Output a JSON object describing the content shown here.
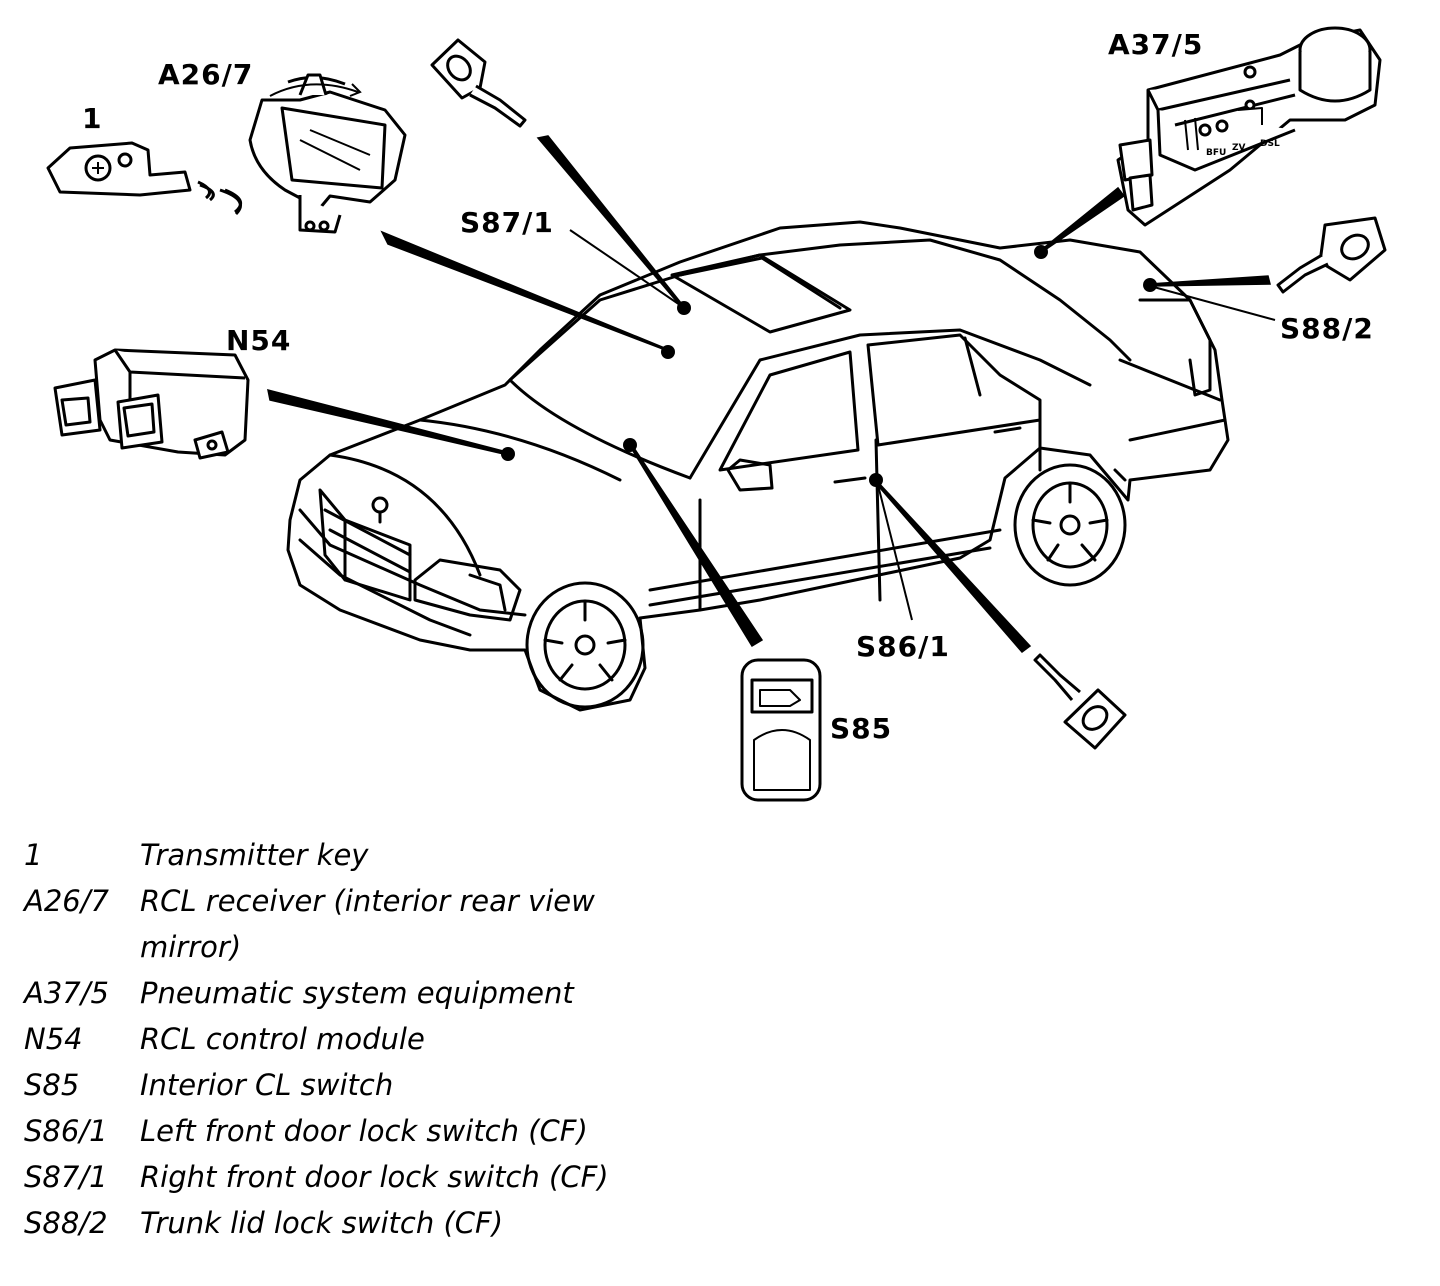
{
  "callouts": {
    "transmitter_key": "1",
    "rcl_receiver": "A26/7",
    "pneumatic_equipment": "A37/5",
    "rcl_control_module": "N54",
    "interior_cl_switch": "S85",
    "left_front_door_switch": "S86/1",
    "right_front_door_switch": "S87/1",
    "trunk_lid_switch": "S88/2"
  },
  "component_markings": {
    "pneumatic_ports": [
      "BFU",
      "ZV",
      "DSL"
    ]
  },
  "legend": [
    {
      "code": "1",
      "description": "Transmitter key"
    },
    {
      "code": "A26/7",
      "description": "RCL receiver (interior rear view mirror)"
    },
    {
      "code": "A37/5",
      "description": "Pneumatic system equipment"
    },
    {
      "code": "N54",
      "description": "RCL control module"
    },
    {
      "code": "S85",
      "description": "Interior CL switch"
    },
    {
      "code": "S86/1",
      "description": "Left front door lock switch (CF)"
    },
    {
      "code": "S87/1",
      "description": "Right front door lock switch (CF)"
    },
    {
      "code": "S88/2",
      "description": "Trunk lid lock switch (CF)"
    }
  ]
}
